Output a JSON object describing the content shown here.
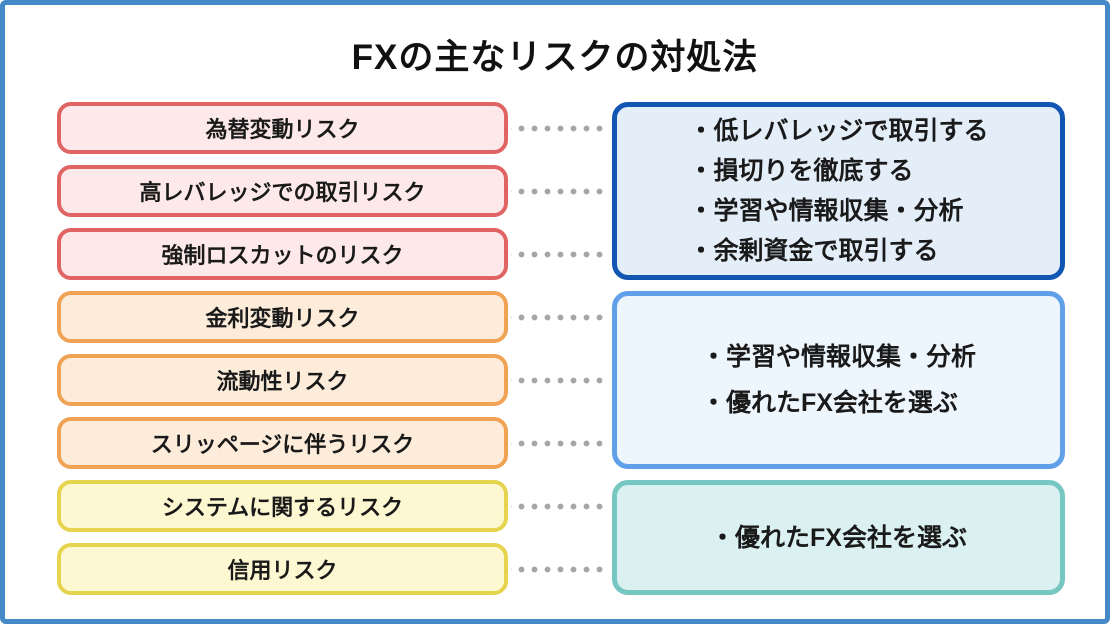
{
  "title": "FXの主なリスクの対処法",
  "risks": [
    {
      "label": "為替変動リスク",
      "group": "red"
    },
    {
      "label": "高レバレッジでの取引リスク",
      "group": "red"
    },
    {
      "label": "強制ロスカットのリスク",
      "group": "red"
    },
    {
      "label": "金利変動リスク",
      "group": "orange"
    },
    {
      "label": "流動性リスク",
      "group": "orange"
    },
    {
      "label": "スリッページに伴うリスク",
      "group": "orange"
    },
    {
      "label": "システムに関するリスク",
      "group": "yellow"
    },
    {
      "label": "信用リスク",
      "group": "yellow"
    }
  ],
  "remedies": [
    {
      "group": "red",
      "lines": [
        "・低レバレッジで取引する",
        "・損切りを徹底する",
        "・学習や情報収集・分析",
        "・余剰資金で取引する"
      ]
    },
    {
      "group": "orange",
      "lines": [
        "・学習や情報収集・分析",
        "・優れたFX会社を選ぶ"
      ]
    },
    {
      "group": "yellow",
      "lines": [
        "・優れたFX会社を選ぶ"
      ]
    }
  ],
  "colors": {
    "frame_border": "#4589c8",
    "risk_red_border": "#e06464",
    "risk_red_bg": "#fde9e9",
    "risk_orange_border": "#f0a355",
    "risk_orange_bg": "#fcecd9",
    "risk_yellow_border": "#e6d44f",
    "risk_yellow_bg": "#fdf8d2",
    "remedy_blue_border": "#1256b4",
    "remedy_blue_bg": "#e4eef9",
    "remedy_lightblue_border": "#60a0e8",
    "remedy_lightblue_bg": "#edf5fd",
    "remedy_teal_border": "#76c6c2",
    "remedy_teal_bg": "#dbf1f1",
    "connector_dot": "#a6a6a6",
    "text": "#1a1a1a"
  }
}
